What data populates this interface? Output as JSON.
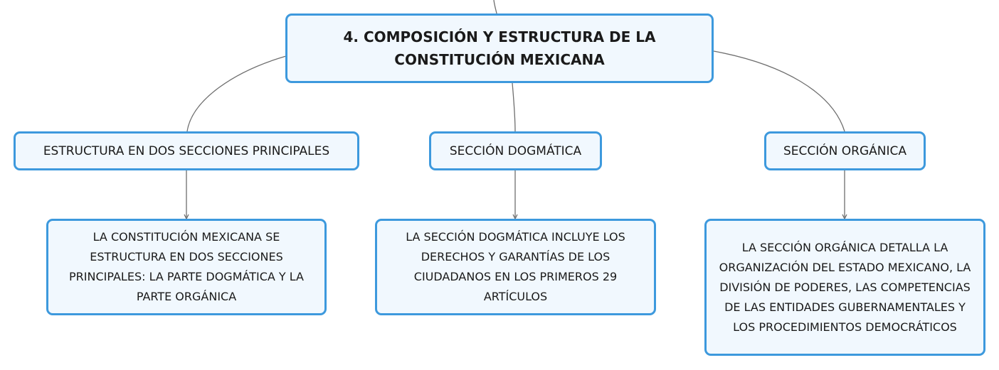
{
  "root": {
    "label": "4. COMPOSICIÓN Y ESTRUCTURA DE LA CONSTITUCIÓN MEXICANA"
  },
  "topics": [
    {
      "label": "ESTRUCTURA EN DOS SECCIONES PRINCIPALES",
      "detail": "LA CONSTITUCIÓN MEXICANA SE ESTRUCTURA EN DOS SECCIONES PRINCIPALES: LA PARTE DOGMÁTICA Y LA PARTE ORGÁNICA"
    },
    {
      "label": "SECCIÓN DOGMÁTICA",
      "detail": "LA SECCIÓN DOGMÁTICA INCLUYE LOS DERECHOS Y GARANTÍAS DE LOS CIUDADANOS EN LOS PRIMEROS 29 ARTÍCULOS"
    },
    {
      "label": "SECCIÓN ORGÁNICA",
      "detail": "LA SECCIÓN ORGÁNICA DETALLA LA ORGANIZACIÓN DEL ESTADO MEXICANO, LA DIVISIÓN DE PODERES, LAS COMPETENCIAS DE LAS ENTIDADES GUBERNAMENTALES Y LOS PROCEDIMIENTOS DEMOCRÁTICOS"
    }
  ],
  "colors": {
    "node_border": "#3d99dd",
    "node_fill": "#f1f8fe",
    "connector": "#6e6e6e"
  }
}
